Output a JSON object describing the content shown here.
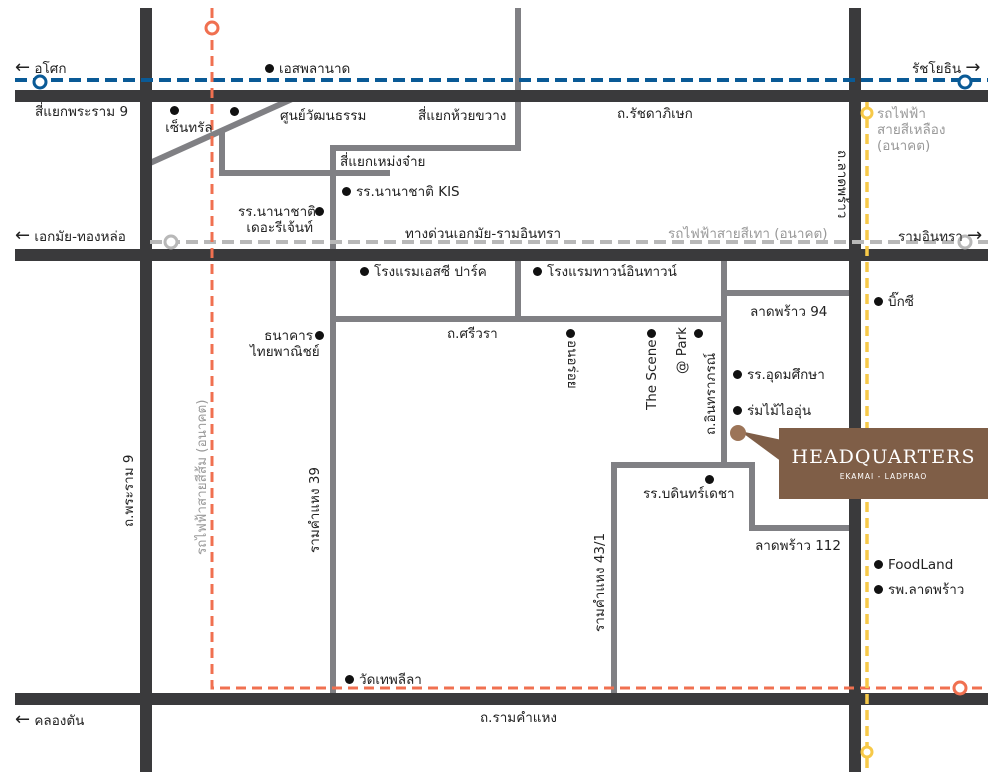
{
  "colors": {
    "major_road": "#3a3a3c",
    "minor_road": "#808084",
    "blue_line": "#0a5a96",
    "gray_line": "#b8b8b8",
    "orange_line": "#f07050",
    "yellow_line": "#f7c948",
    "hq": "#7f5e47"
  },
  "directions": {
    "asok": "อโศก",
    "ratchayothin": "รัชโยธิน",
    "ekkamai_thonglo": "เอกมัย-ทองหล่อ",
    "ram_inthra": "รามอินทรา",
    "khlong_tan": "คลองตัน"
  },
  "roads": {
    "rama9_junction": "สี่แยกพระราม 9",
    "huai_khwang_junction": "สี่แยกห้วยขวาง",
    "ratchada": "ถ.รัชดาภิเษก",
    "mengjai_junction": "สี่แยกเหม่งจ๋าย",
    "expressway": "ทางด่วนเอกมัย-รามอินทรา",
    "sriwara": "ถ.ศรีวรา",
    "ladprao94": "ลาดพร้าว 94",
    "ladprao112": "ลาดพร้าว 112",
    "ladprao_rd": "ถ.ลาดพร้าว",
    "rama9_rd": "ถ.พระราม 9",
    "ramkhamhaeng39": "รามคำแหง 39",
    "ramkhamhaeng43_1": "รามคำแหง 43/1",
    "intharaporn": "ถ.อินทราภรณ์",
    "ramkhamhaeng_rd": "ถ.รามคำแหง"
  },
  "transit": {
    "yellow_line": "รถไฟฟ้า\nสายสีเหลือง\n(อนาคต)",
    "yellow_line_1": "รถไฟฟ้า",
    "yellow_line_2": "สายสีเหลือง",
    "yellow_line_3": "(อนาคต)",
    "gray_line": "รถไฟฟ้าสายสีเทา (อนาคต)",
    "orange_line": "รถไฟฟ้าสายสีส้ม (อนาคต)"
  },
  "places": {
    "esplanade": "เอสพลานาด",
    "central": "เซ็นทรัล",
    "cultural_center": "ศูนย์วัฒนธรรม",
    "kis": "รร.นานาชาติ KIS",
    "regent_1": "รร.นานาชาติ",
    "regent_2": "เดอะรีเจ้นท์",
    "sc_park": "โรงแรมเอสซี ปาร์ค",
    "town_in_town": "โรงแรมทาวน์อินทาวน์",
    "scb_1": "ธนาคาร",
    "scb_2": "ไทยพาณิชย์",
    "on_aroi": "อนอร่อย",
    "the_scene": "The Scene",
    "at_park": "@ Park",
    "udom_suksa": "รร.อุดมศึกษา",
    "rom_mai": "ร่มไม้ไออุ่น",
    "bodindecha": "รร.บดินทร์เดชา",
    "big_c": "บิ๊กซี",
    "foodland": "FoodLand",
    "ladprao_hospital": "รพ.ลาดพร้าว",
    "wat_thep_leela": "วัดเทพลีลา"
  },
  "hq": {
    "title": "HEADQUARTERS",
    "subtitle": "EKAMAI - LADPRAO"
  }
}
